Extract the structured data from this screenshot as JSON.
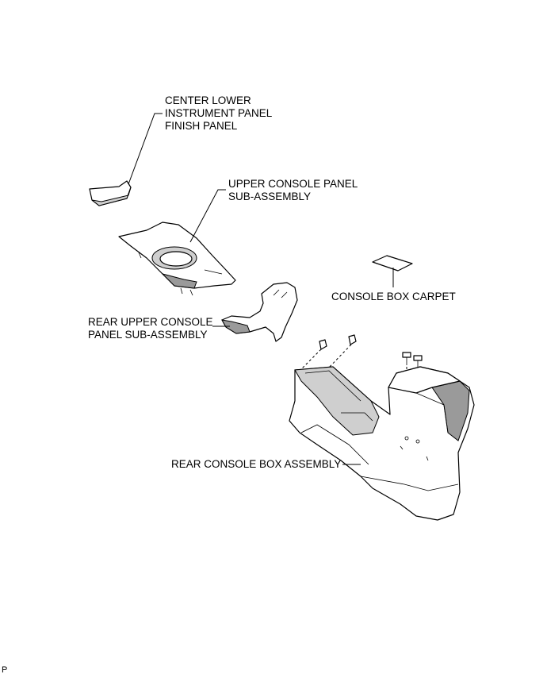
{
  "labels": {
    "center_lower": "CENTER LOWER\nINSTRUMENT PANEL\nFINISH PANEL",
    "upper_console": "UPPER CONSOLE PANEL\nSUB-ASSEMBLY",
    "rear_upper_console": "REAR UPPER CONSOLE\nPANEL SUB-ASSEMBLY",
    "console_box_carpet": "CONSOLE BOX CARPET",
    "rear_console_box": "REAR CONSOLE BOX ASSEMBLY"
  },
  "corner_mark": "P"
}
